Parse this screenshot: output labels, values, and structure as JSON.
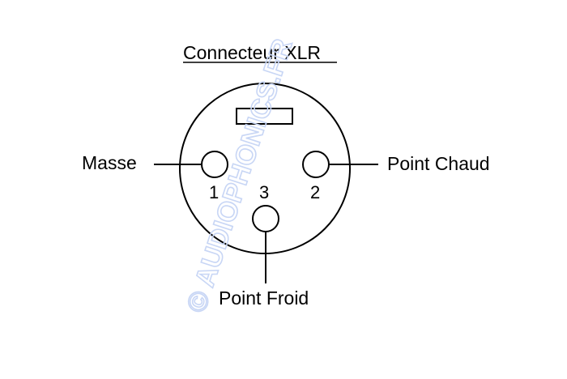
{
  "diagram": {
    "title": "Connecteur XLR",
    "pins": [
      {
        "number": "1",
        "label": "Masse"
      },
      {
        "number": "2",
        "label": "Point Chaud"
      },
      {
        "number": "3",
        "label": "Point Froid"
      }
    ],
    "watermark": "© AUDIOPHONICS.FR",
    "watermark_color": "#c8d6f5",
    "line_color": "#000000"
  }
}
